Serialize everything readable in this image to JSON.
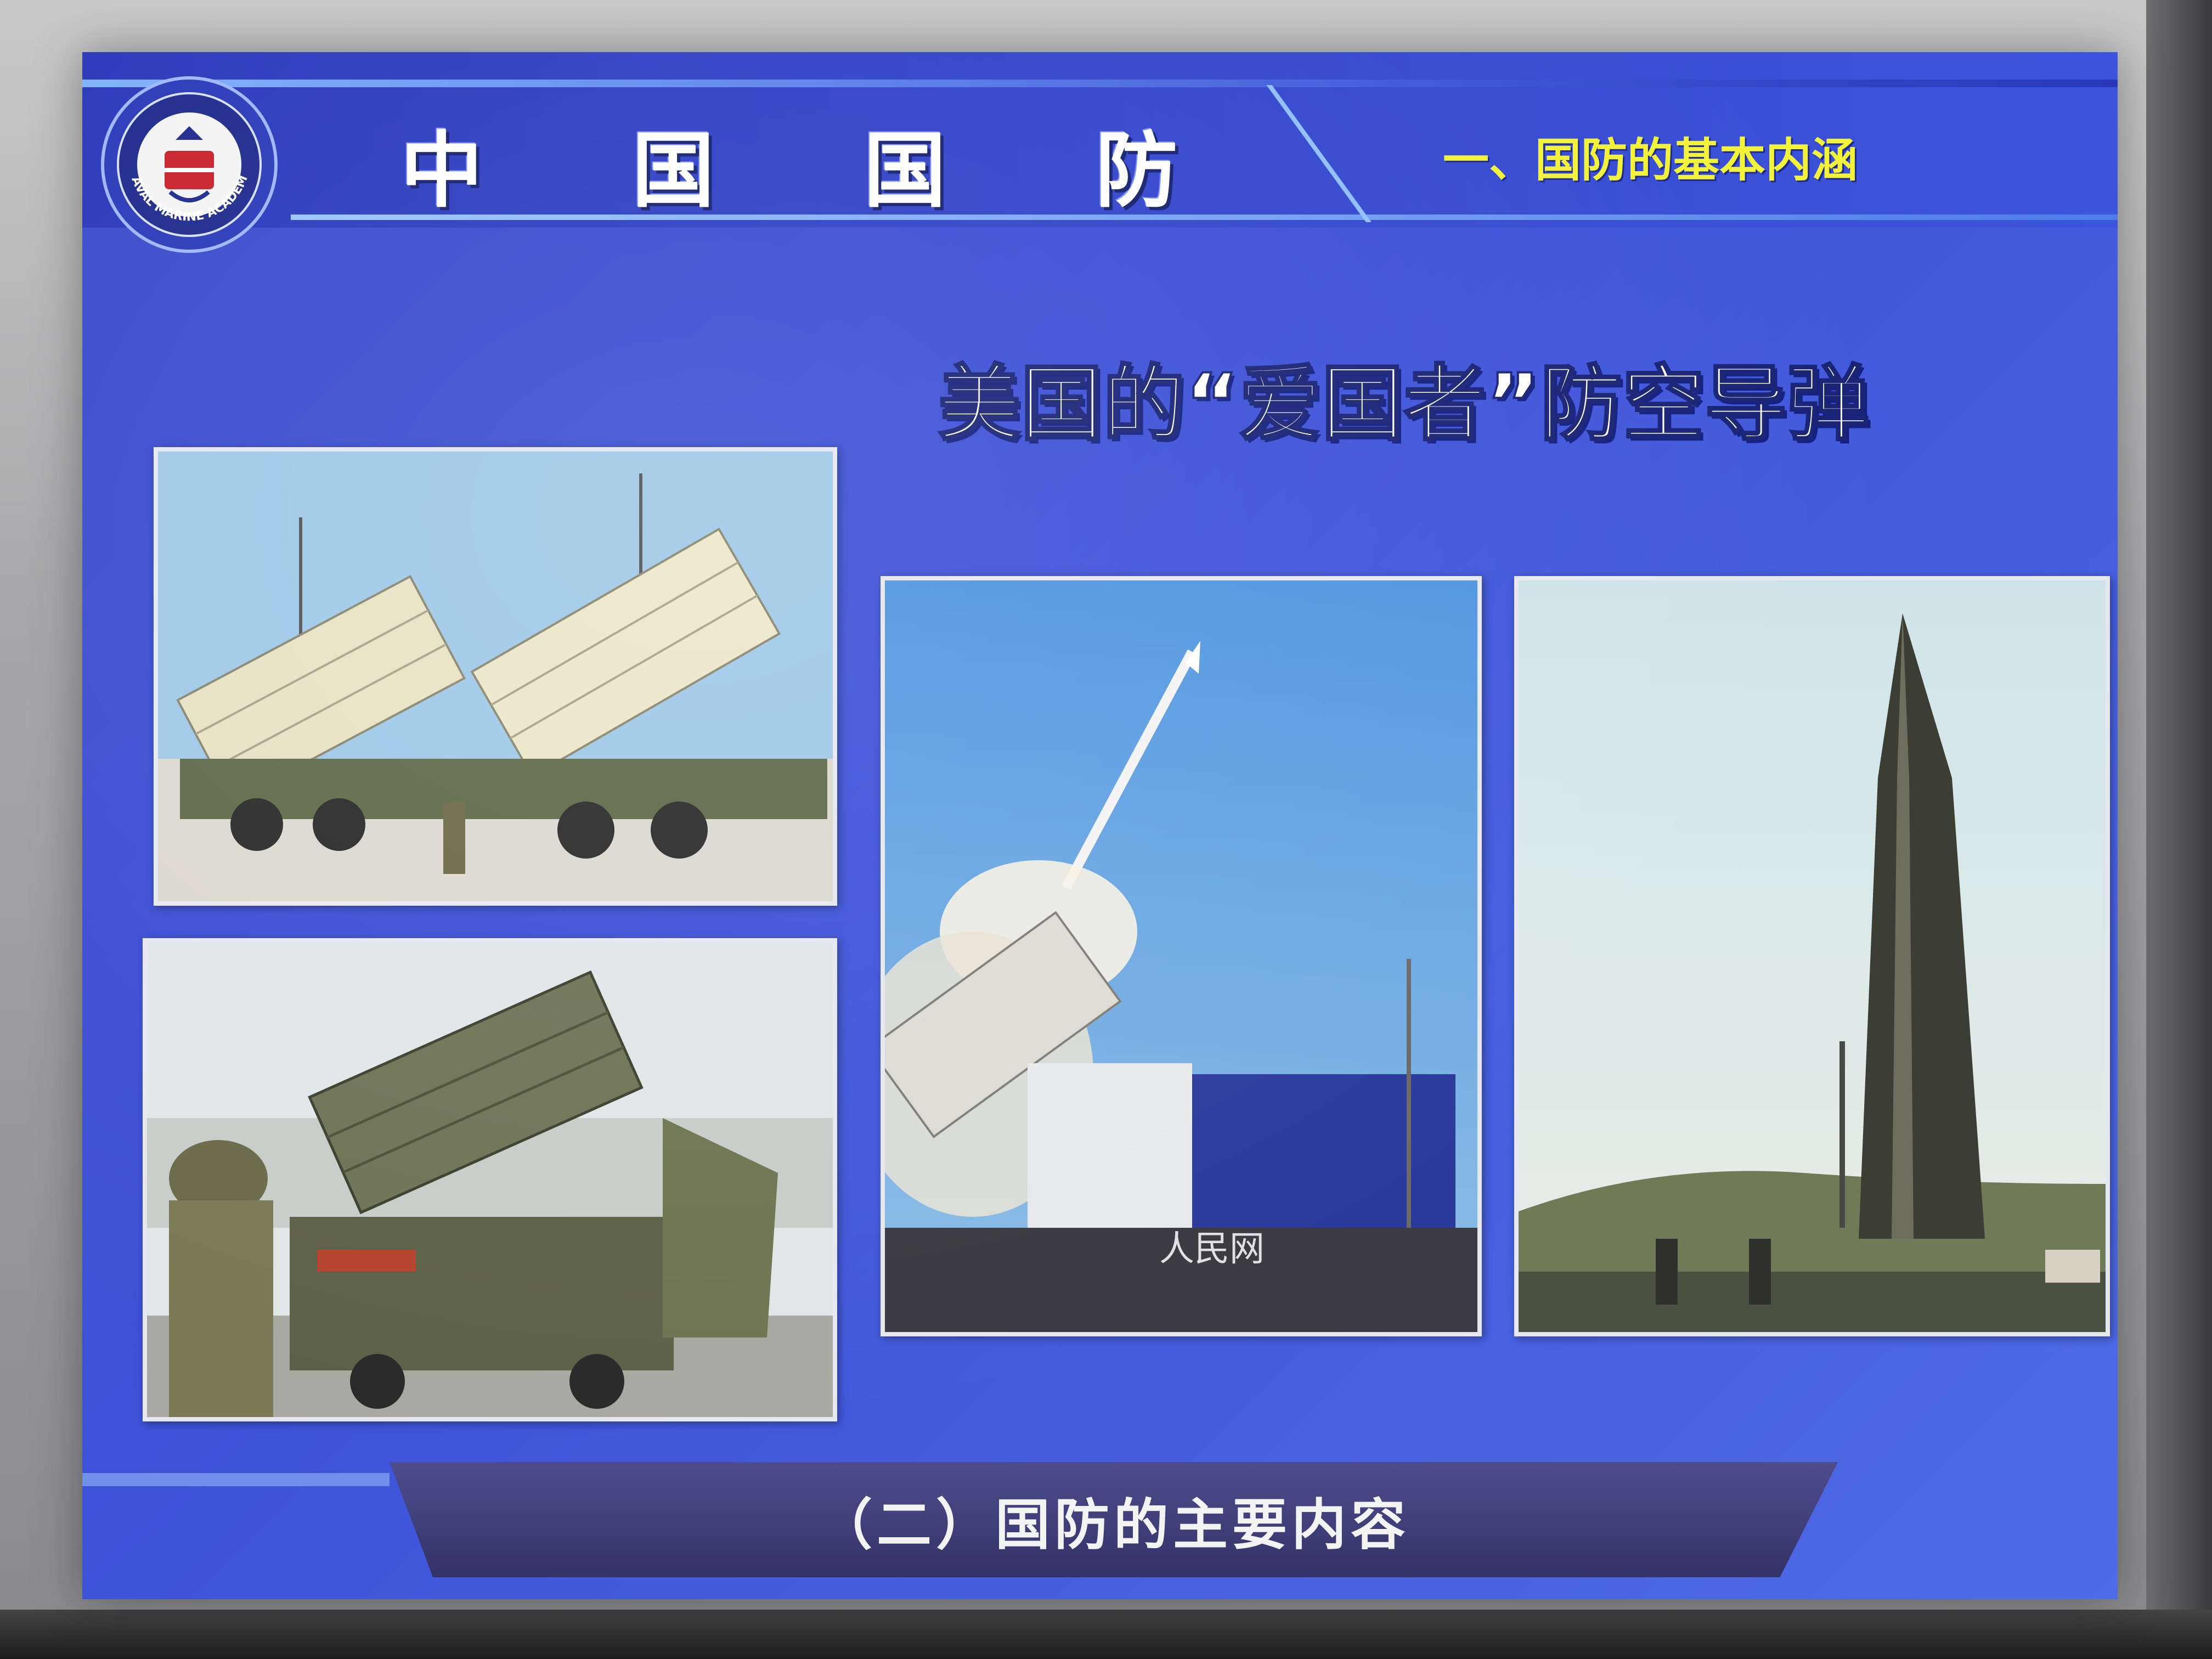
{
  "slide": {
    "title": "中 国 国 防",
    "section_label": "一、国防的基本内涵",
    "heading": "美国的“爱国者”防空导弹",
    "footer": "（二）国防的主要内容",
    "emblem_text": "NAVAL MARINE ACADEMY"
  },
  "photos": {
    "photo_3_watermark": "人民网"
  },
  "colors": {
    "slide_blue": "#3d52d8",
    "title_white": "#ffffff",
    "section_yellow": "#f2f23a",
    "footer_band": "#3d3d78"
  }
}
